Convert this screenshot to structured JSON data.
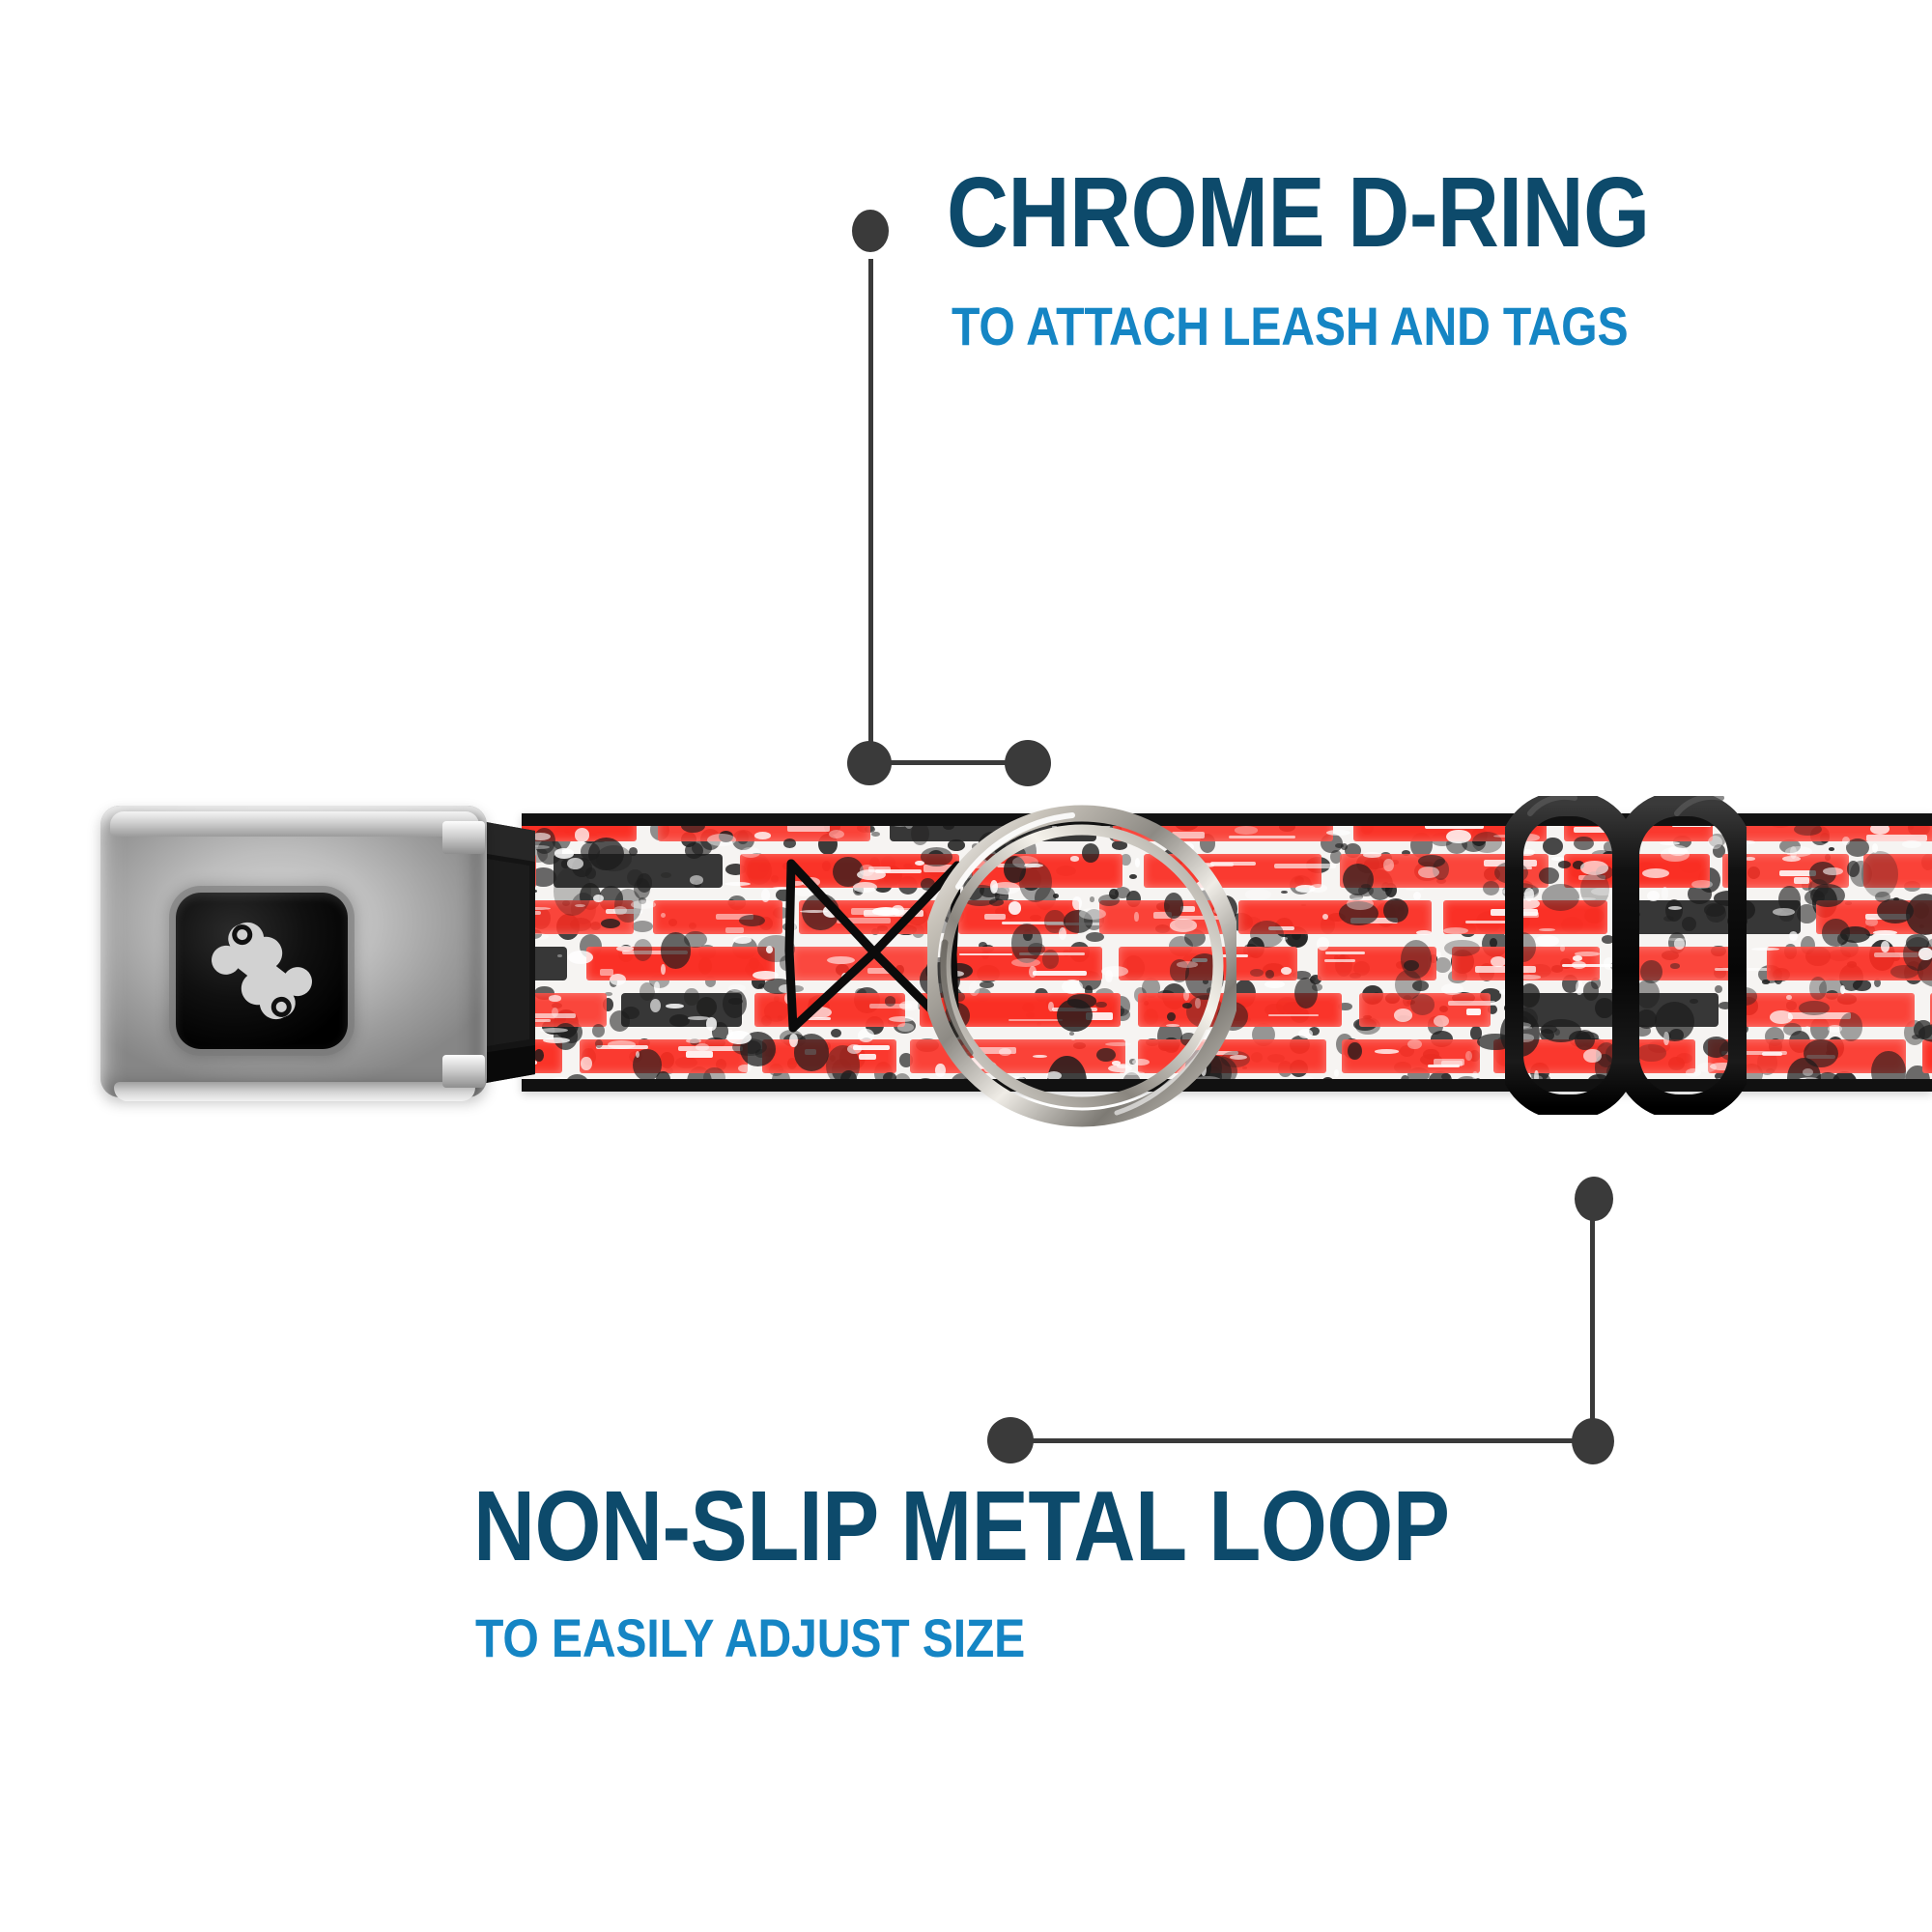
{
  "page": {
    "background_color": "#ffffff",
    "product": "seatbelt-buckle-dog-collar"
  },
  "theme": {
    "headline_color": "#0d4a6b",
    "subhead_color": "#1585c4",
    "leader_color": "#3a3a3a",
    "brick_red": "#fb2d22",
    "mortar_white": "#f6f4f2",
    "grunge_black": "#1c1c1c",
    "chrome_light": "#f4f4f4",
    "chrome_mid": "#bdbdbd",
    "chrome_dark": "#868686",
    "buckle_window_black": "#000000",
    "bone_logo_color": "#d2d2d2",
    "loop_black": "#141414"
  },
  "callouts": [
    {
      "id": "chrome-d-ring",
      "headline": "CHROME D-RING",
      "subhead": "TO ATTACH LEASH AND TAGS",
      "target": "d-ring",
      "position": "top-right"
    },
    {
      "id": "non-slip-metal-loop",
      "headline": "NON-SLIP METAL LOOP",
      "subhead": "TO EASILY ADJUST SIZE",
      "target": "metal-loop",
      "position": "bottom-left"
    }
  ],
  "product_parts": {
    "buckle": {
      "name": "seatbelt-buckle",
      "finish": "chrome",
      "logo": "dog-bone-icon"
    },
    "strap": {
      "name": "collar-webbing",
      "pattern": "red-brick-wall-graffiti",
      "edge": "black-stitched-border"
    },
    "d_ring": {
      "name": "chrome-d-ring",
      "finish": "chrome-split-ring"
    },
    "metal_loop": {
      "name": "non-slip-metal-loop",
      "finish": "black-double-slide-adjuster"
    },
    "graffiti_mark": {
      "name": "graffiti-bowtie-mark",
      "color": "#0b0b0b"
    }
  }
}
